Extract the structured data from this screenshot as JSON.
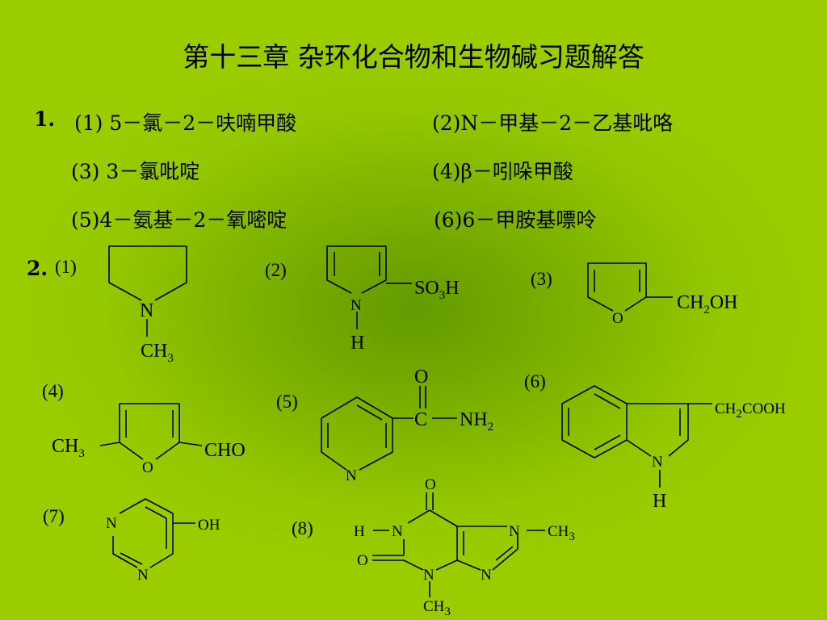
{
  "title": "第十三章  杂环化合物和生物碱习题解答",
  "q1": {
    "num": "1.",
    "items": [
      "(1) 5－氯－2－呋喃甲酸",
      "(2)N－甲基－2－乙基吡咯",
      "(3) 3－氯吡啶",
      "(4)β－吲哚甲酸",
      "(5)4－氨基－2－氧嘧啶",
      "(6)6－甲胺基嘌呤"
    ]
  },
  "q2": {
    "num": "2.",
    "labels": [
      "(1)",
      "(2)",
      "(3)",
      "(4)",
      "(5)",
      "(6)",
      "(7)",
      "(8)"
    ],
    "atoms": {
      "N": "N",
      "H": "H",
      "O": "O",
      "C": "C",
      "CH": "CH",
      "3": "3",
      "2": "2",
      "SO": "SO",
      "OH": "OH",
      "CHO": "CHO",
      "NH": "NH",
      "COOH": "COOH"
    }
  },
  "colors": {
    "background": "#94c800",
    "center": "#639a00",
    "text": "#000000"
  }
}
